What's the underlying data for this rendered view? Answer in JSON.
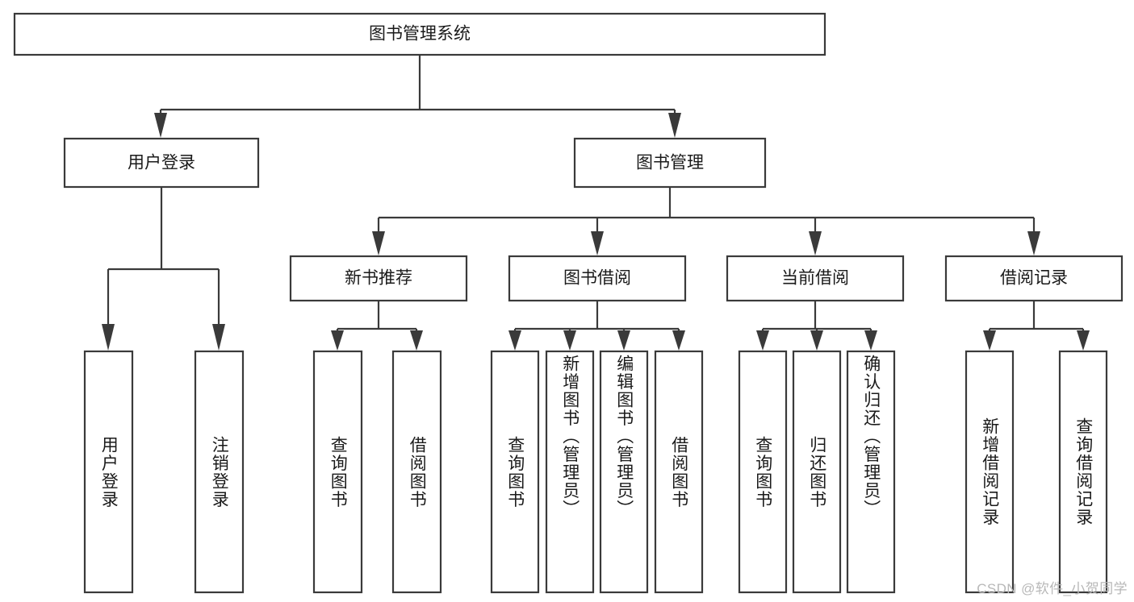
{
  "diagram": {
    "type": "tree",
    "title": "图书管理系统",
    "watermark": "CSDN @软件_小贺同学",
    "colors": {
      "stroke": "#3a3a3a",
      "fill": "#ffffff",
      "text": "#1a1a1a",
      "watermark": "#b8b8b8",
      "background": "#ffffff"
    },
    "root": {
      "label": "图书管理系统"
    },
    "level2": [
      {
        "label": "用户登录"
      },
      {
        "label": "图书管理"
      }
    ],
    "level3": [
      {
        "label": "新书推荐"
      },
      {
        "label": "图书借阅"
      },
      {
        "label": "当前借阅"
      },
      {
        "label": "借阅记录"
      }
    ],
    "leaves": {
      "user_login": [
        "用户登录",
        "注销登录"
      ],
      "new_book_recommend": [
        "查询图书",
        "借阅图书"
      ],
      "book_borrow": [
        "查询图书",
        "新增图书（管理员）",
        "编辑图书（管理员）",
        "借阅图书"
      ],
      "current_borrow": [
        "查询图书",
        "归还图书",
        "确认归还（管理员）"
      ],
      "borrow_record": [
        "新增借阅记录",
        "查询借阅记录"
      ]
    }
  }
}
